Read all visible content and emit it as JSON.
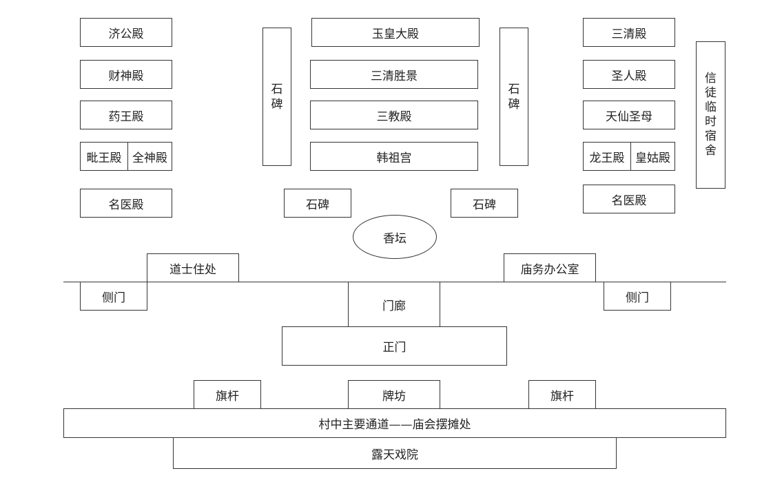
{
  "left_column": {
    "jigong": "济公殿",
    "caishen": "财神殿",
    "yaowang": "药王殿",
    "piwang": "毗王殿",
    "quanshen": "全神殿",
    "mingyi": "名医殿"
  },
  "center_column": {
    "yuhuang": "玉皇大殿",
    "sanqing_shengjing": "三清胜景",
    "sanjiao": "三教殿",
    "hanzu": "韩祖宫"
  },
  "right_column": {
    "sanqing": "三清殿",
    "shengren": "圣人殿",
    "tianxian": "天仙圣母",
    "longwang": "龙王殿",
    "huanggu": "皇姑殿",
    "mingyi": "名医殿"
  },
  "dorm": [
    "信",
    "徒",
    "临",
    "时",
    "宿",
    "舍"
  ],
  "stele_vertical": [
    "石",
    "碑"
  ],
  "stele": "石碑",
  "incense": "香坛",
  "daoshi": "道士住处",
  "office": "庙务办公室",
  "side_gate": "侧门",
  "gallery": "门廊",
  "main_gate": "正门",
  "flagpole": "旗杆",
  "archway": "牌坊",
  "road": "村中主要通道——庙会摆摊处",
  "theater": "露天戏院"
}
